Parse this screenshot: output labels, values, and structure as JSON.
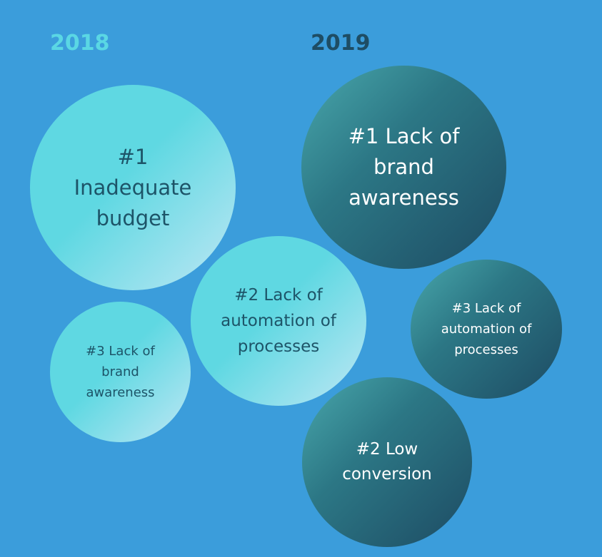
{
  "years": {
    "left": "2018",
    "right": "2019"
  },
  "colors": {
    "background": "#3b9ddb",
    "year_2018": "#5ad7e4",
    "year_2019": "#1e4d64",
    "bubble_light": "#5fd8e2",
    "bubble_dark": "#1d4b63"
  },
  "bubbles_2018": [
    {
      "label": "#1 Inadequate budget"
    },
    {
      "label": "#2 Lack of automation of processes"
    },
    {
      "label": "#3 Lack of brand awareness"
    }
  ],
  "bubbles_2019": [
    {
      "label": "#1 Lack of brand awareness"
    },
    {
      "label": "#2 Low conversion"
    },
    {
      "label": "#3 Lack of automation of processes"
    }
  ]
}
